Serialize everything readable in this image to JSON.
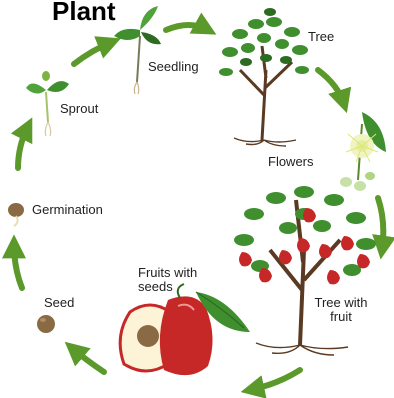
{
  "title": "Plant",
  "stages": {
    "seedling": "Seedling",
    "tree": "Tree",
    "flowers": "Flowers",
    "tree_with_fruit_line1": "Tree with",
    "tree_with_fruit_line2": "fruit",
    "fruits_with_seeds_line1": "Fruits with",
    "fruits_with_seeds_line2": "seeds",
    "seed": "Seed",
    "germination": "Germination",
    "sprout": "Sprout"
  },
  "colors": {
    "arrow": "#5b9a2a",
    "leaf": "#3f8f2f",
    "leaf_dark": "#2d6b22",
    "trunk": "#5a3a22",
    "fruit": "#c62828",
    "seed": "#8a6a45",
    "flower": "#e6ee9c"
  },
  "icons": [
    "cycle-arrow-icon",
    "seedling-icon",
    "tree-icon",
    "flower-icon",
    "fruit-tree-icon",
    "fruit-icon",
    "seed-icon",
    "germinating-seed-icon",
    "sprout-icon"
  ]
}
